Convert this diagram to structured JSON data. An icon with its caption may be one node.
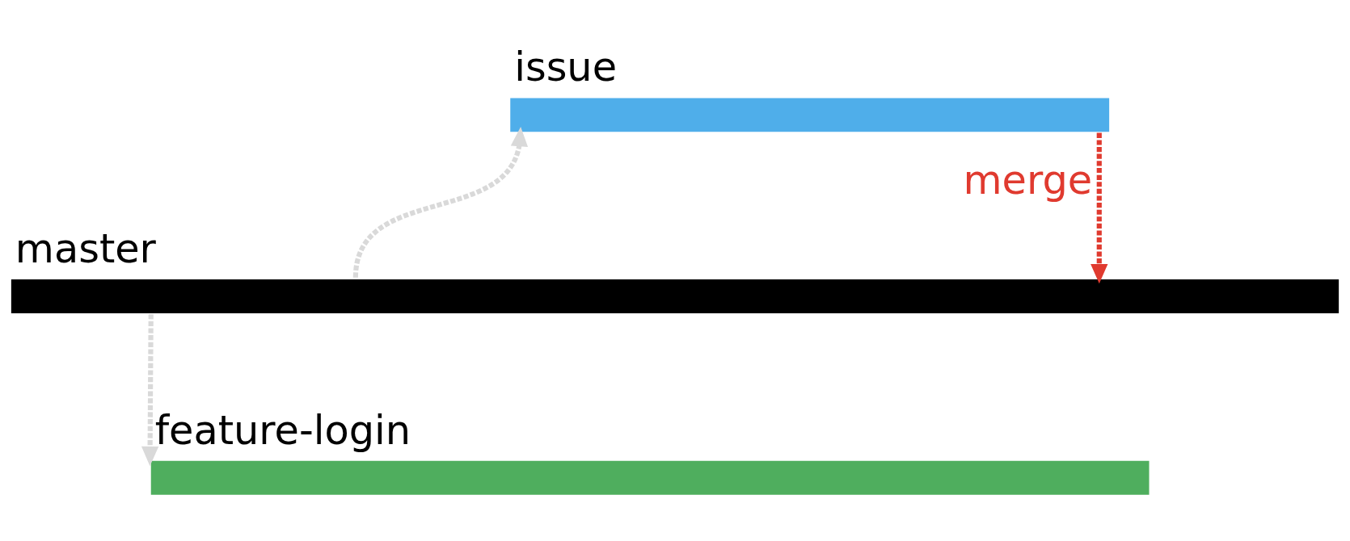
{
  "diagram": {
    "nodes": [
      {
        "text": [
          "issue"
        ]
      },
      {
        "text": [
          "master"
        ]
      },
      {
        "text": [
          "feature-login"
        ]
      }
    ],
    "edges": [
      {
        "from": 1,
        "to": 0,
        "arrow": "to",
        "style": "dashed"
      },
      {
        "from": 1,
        "to": 2,
        "arrow": "to",
        "style": "dashed"
      },
      {
        "from": 0,
        "to": 1,
        "arrow": "to",
        "style": "dashed",
        "color": "#e03a2f",
        "label": "merge"
      }
    ]
  }
}
